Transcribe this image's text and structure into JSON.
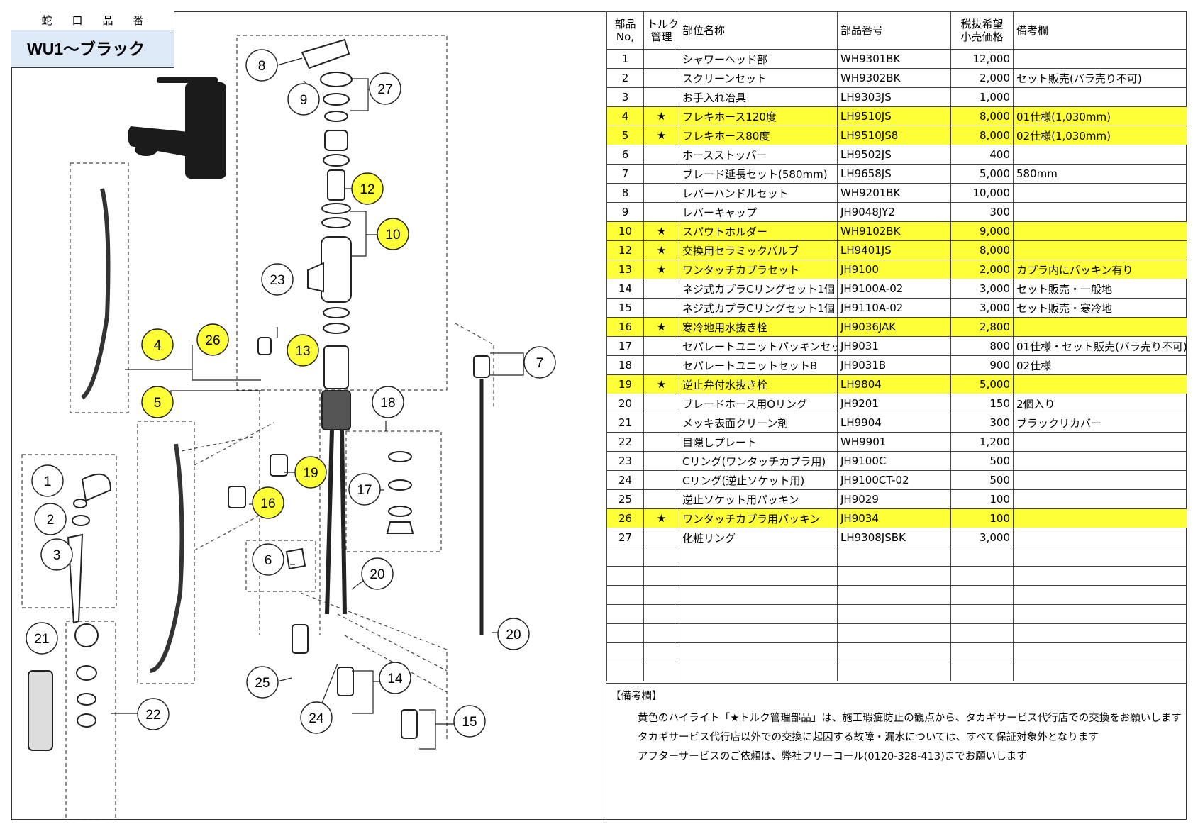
{
  "model": {
    "header": "蛇口品番",
    "name": "WU1～ブラック"
  },
  "callouts": [
    "1",
    "2",
    "3",
    "4",
    "5",
    "6",
    "7",
    "8",
    "9",
    "10",
    "12",
    "13",
    "14",
    "15",
    "16",
    "17",
    "18",
    "19",
    "20",
    "20",
    "21",
    "22",
    "23",
    "24",
    "25",
    "26",
    "27"
  ],
  "table": {
    "headers": {
      "no": [
        "部品",
        "No,"
      ],
      "torque": [
        "トルク",
        "管理"
      ],
      "name": "部位名称",
      "partno": "部品番号",
      "price": [
        "税抜希望",
        "小売価格"
      ],
      "remarks": "備考欄"
    },
    "rows": [
      {
        "no": "1",
        "star": "",
        "name": "シャワーヘッド部",
        "partno": "WH9301BK",
        "price": "12,000",
        "remarks": "",
        "hl": false
      },
      {
        "no": "2",
        "star": "",
        "name": "スクリーンセット",
        "partno": "WH9302BK",
        "price": "2,000",
        "remarks": "セット販売(バラ売り不可)",
        "hl": false
      },
      {
        "no": "3",
        "star": "",
        "name": "お手入れ冶具",
        "partno": "LH9303JS",
        "price": "1,000",
        "remarks": "",
        "hl": false
      },
      {
        "no": "4",
        "star": "★",
        "name": "フレキホース120度",
        "partno": "LH9510JS",
        "price": "8,000",
        "remarks": "01仕様(1,030mm)",
        "hl": true
      },
      {
        "no": "5",
        "star": "★",
        "name": "フレキホース80度",
        "partno": "LH9510JS8",
        "price": "8,000",
        "remarks": "02仕様(1,030mm)",
        "hl": true
      },
      {
        "no": "6",
        "star": "",
        "name": "ホースストッパー",
        "partno": "LH9502JS",
        "price": "400",
        "remarks": "",
        "hl": false
      },
      {
        "no": "7",
        "star": "",
        "name": "ブレード延長セット(580mm)",
        "partno": "LH9658JS",
        "price": "5,000",
        "remarks": "580mm",
        "hl": false
      },
      {
        "no": "8",
        "star": "",
        "name": "レバーハンドルセット",
        "partno": "WH9201BK",
        "price": "10,000",
        "remarks": "",
        "hl": false
      },
      {
        "no": "9",
        "star": "",
        "name": "レバーキャップ",
        "partno": "JH9048JY2",
        "price": "300",
        "remarks": "",
        "hl": false
      },
      {
        "no": "10",
        "star": "★",
        "name": "スパウトホルダー",
        "partno": "WH9102BK",
        "price": "9,000",
        "remarks": "",
        "hl": true
      },
      {
        "no": "12",
        "star": "★",
        "name": "交換用セラミックバルブ",
        "partno": "LH9401JS",
        "price": "8,000",
        "remarks": "",
        "hl": true
      },
      {
        "no": "13",
        "star": "★",
        "name": "ワンタッチカプラセット",
        "partno": "JH9100",
        "price": "2,000",
        "remarks": "カプラ内にパッキン有り",
        "hl": true
      },
      {
        "no": "14",
        "star": "",
        "name": "ネジ式カプラCリングセット1個",
        "partno": "JH9100A-02",
        "price": "3,000",
        "remarks": "セット販売・一般地",
        "hl": false
      },
      {
        "no": "15",
        "star": "",
        "name": "ネジ式カプラCリングセット1個",
        "partno": "JH9110A-02",
        "price": "3,000",
        "remarks": "セット販売・寒冷地",
        "hl": false
      },
      {
        "no": "16",
        "star": "★",
        "name": "寒冷地用水抜き栓",
        "partno": "JH9036JAK",
        "price": "2,800",
        "remarks": "",
        "hl": true
      },
      {
        "no": "17",
        "star": "",
        "name": "セパレートユニットパッキンセット",
        "partno": "JH9031",
        "price": "800",
        "remarks": "01仕様・セット販売(バラ売り不可)",
        "hl": false
      },
      {
        "no": "18",
        "star": "",
        "name": "セパレートユニットセットB",
        "partno": "JH9031B",
        "price": "900",
        "remarks": "02仕様",
        "hl": false
      },
      {
        "no": "19",
        "star": "★",
        "name": "逆止弁付水抜き栓",
        "partno": "LH9804",
        "price": "5,000",
        "remarks": "",
        "hl": true
      },
      {
        "no": "20",
        "star": "",
        "name": "ブレードホース用Oリング",
        "partno": "JH9201",
        "price": "150",
        "remarks": "2個入り",
        "hl": false
      },
      {
        "no": "21",
        "star": "",
        "name": "メッキ表面クリーン剤",
        "partno": "LH9904",
        "price": "300",
        "remarks": "ブラックリカバー",
        "hl": false
      },
      {
        "no": "22",
        "star": "",
        "name": "目隠しプレート",
        "partno": "WH9901",
        "price": "1,200",
        "remarks": "",
        "hl": false
      },
      {
        "no": "23",
        "star": "",
        "name": "Cリング(ワンタッチカプラ用)",
        "partno": "JH9100C",
        "price": "500",
        "remarks": "",
        "hl": false
      },
      {
        "no": "24",
        "star": "",
        "name": "Cリング(逆止ソケット用)",
        "partno": "JH9100CT-02",
        "price": "500",
        "remarks": "",
        "hl": false
      },
      {
        "no": "25",
        "star": "",
        "name": "逆止ソケット用パッキン",
        "partno": "JH9029",
        "price": "100",
        "remarks": "",
        "hl": false
      },
      {
        "no": "26",
        "star": "★",
        "name": "ワンタッチカプラ用パッキン",
        "partno": "JH9034",
        "price": "100",
        "remarks": "",
        "hl": true
      },
      {
        "no": "27",
        "star": "",
        "name": "化粧リング",
        "partno": "LH9308JSBK",
        "price": "3,000",
        "remarks": "",
        "hl": false
      }
    ],
    "empty_rows": 7
  },
  "notes": {
    "title": "【備考欄】",
    "lines": [
      "黄色のハイライト「★トルク管理部品」は、施工瑕疵防止の観点から、タカギサービス代行店での交換をお願いします",
      "タカギサービス代行店以外での交換に起因する故障・漏水については、すべて保証対象外となります",
      "アフターサービスのご依頼は、弊社フリーコール(0120-328-413)までお願いします"
    ]
  },
  "colors": {
    "highlight": "#ffff38",
    "model_bg": "#dde9f7",
    "line": "#333333"
  }
}
